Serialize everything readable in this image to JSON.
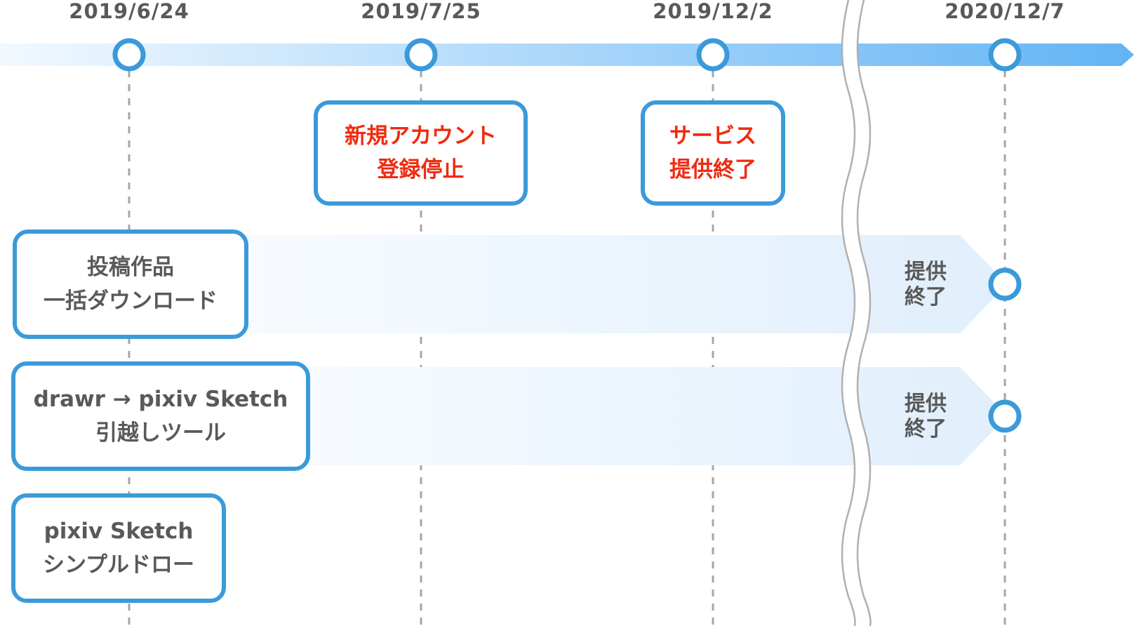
{
  "timeline": {
    "dates": [
      "2019/6/24",
      "2019/7/25",
      "2019/12/2",
      "2020/12/7"
    ]
  },
  "events": {
    "new_account_stop": {
      "line1": "新規アカウント",
      "line2": "登録停止"
    },
    "service_end": {
      "line1": "サービス",
      "line2": "提供終了"
    }
  },
  "features": [
    {
      "line1": "投稿作品",
      "line2": "一括ダウンロード",
      "end_line1": "提供",
      "end_line2": "終了"
    },
    {
      "line1": "drawr → pixiv Sketch",
      "line2": "引越しツール",
      "end_line1": "提供",
      "end_line2": "終了"
    },
    {
      "line1": "pixiv Sketch",
      "line2": "シンプルドロー"
    }
  ],
  "colors": {
    "accent": "#3b9ad9",
    "alert_text": "#f02a10",
    "text": "#595959",
    "axis_start": "#eef7ff",
    "axis_end": "#64b5f6",
    "band": "#e3f1fd"
  }
}
